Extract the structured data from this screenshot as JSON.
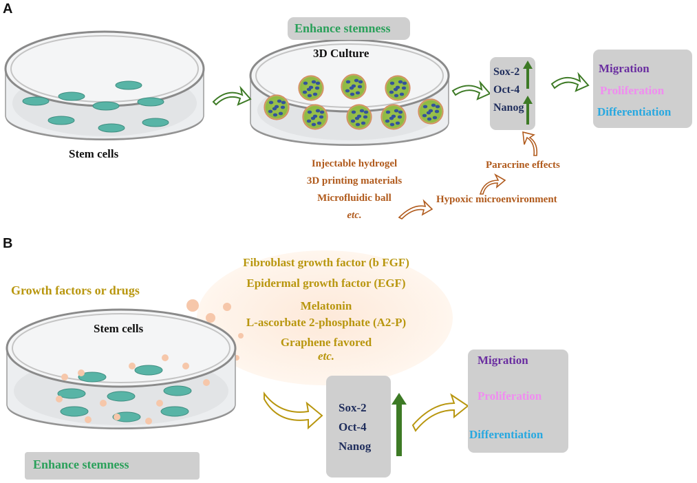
{
  "panel_a": {
    "label": "A",
    "dish1_caption": "Stem cells",
    "enhance_label": "Enhance stemness",
    "dish2_title": "3D Culture",
    "markers": [
      "Sox-2",
      "Oct-4",
      "Nanog"
    ],
    "outcomes": [
      "Migration",
      "Proliferation",
      "Differentiation"
    ],
    "methods": [
      "Injectable hydrogel",
      "3D printing materials",
      "Microfluidic ball",
      "etc."
    ],
    "paracrine": "Paracrine effects",
    "hypoxic": "Hypoxic microenvironment"
  },
  "panel_b": {
    "label": "B",
    "growth_label": "Growth factors or drugs",
    "dish_title": "Stem cells",
    "factors": [
      "Fibroblast growth factor (b FGF)",
      "Epidermal growth factor (EGF)",
      "Melatonin",
      "L-ascorbate 2-phosphate (A2-P)",
      "Graphene favored",
      "etc."
    ],
    "markers": [
      "Sox-2",
      "Oct-4",
      "Nanog"
    ],
    "outcomes": [
      "Migration",
      "Proliferation",
      "Differentiation"
    ],
    "enhance_label": "Enhance stemness"
  },
  "colors": {
    "green_text": "#2aa05a",
    "navy": "#1f2d5c",
    "migration": "#6a2ea0",
    "proliferation": "#f08cf0",
    "differentiation": "#28a8e0",
    "brown": "#b05a1c",
    "gold": "#b8960e",
    "arrow_green": "#3d7a25",
    "cell": "#58b4a6",
    "box": "#cfcfcf"
  },
  "icons": [
    "curved-arrow-icon",
    "up-arrow-icon",
    "petri-dish-icon",
    "spheroid-icon",
    "particle-icon"
  ]
}
